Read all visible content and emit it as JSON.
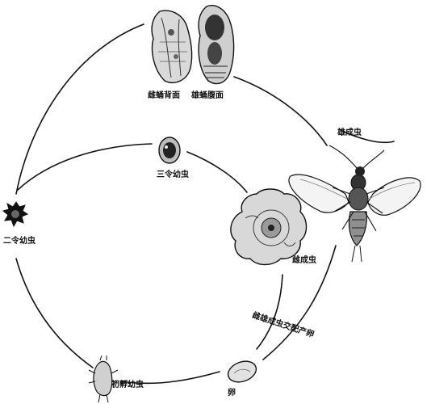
{
  "diagram": {
    "stages": {
      "female_pupa": "雌蛹背面",
      "male_pupa": "雄蛹腹面",
      "male_adult": "雄成虫",
      "female_adult": "雌成虫",
      "third_instar": "三令幼虫",
      "second_instar": "二令幼虫",
      "first_instar": "初孵幼虫",
      "egg": "卵",
      "mating": "雌雄成虫交配产卵"
    }
  }
}
